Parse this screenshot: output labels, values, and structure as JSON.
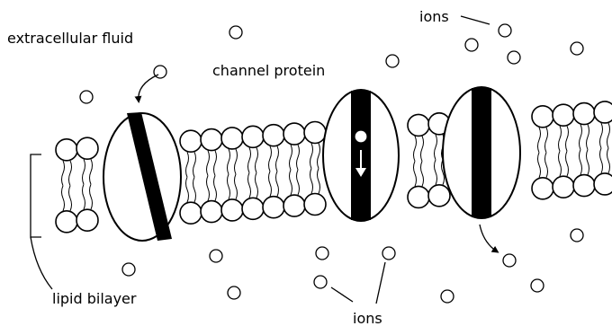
{
  "labels": {
    "extracellular_fluid": "extracellular fluid",
    "channel_protein": "channel protein",
    "ions_top": "ions",
    "ions_bottom": "ions",
    "lipid_bilayer": "lipid bilayer"
  },
  "colors": {
    "ink": "#000000",
    "background": "#ffffff"
  },
  "icons": [
    "phospholipid-head-icon",
    "ion-icon",
    "channel-protein-icon",
    "arrow-icon"
  ]
}
